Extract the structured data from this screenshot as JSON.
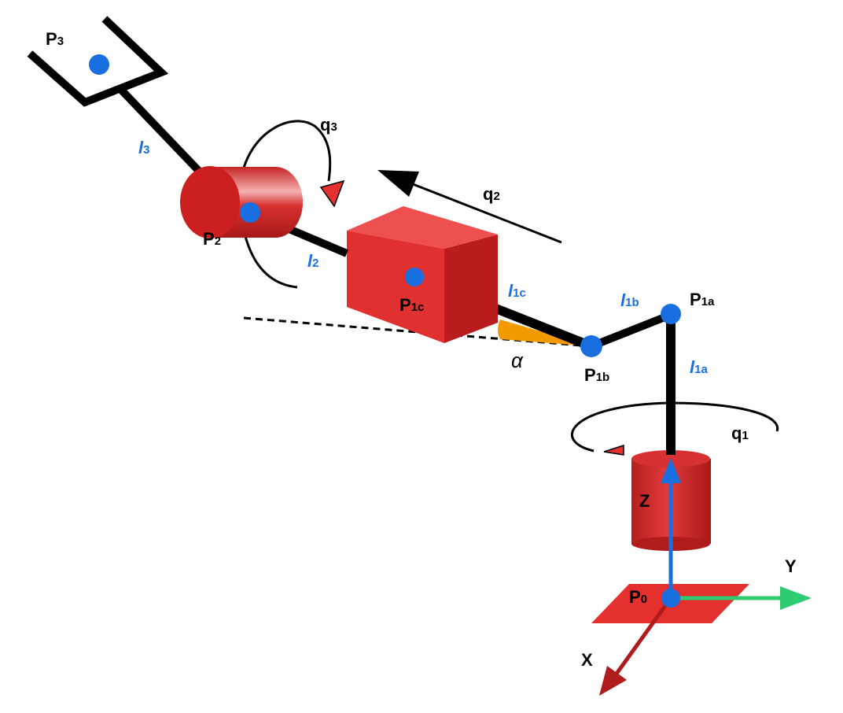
{
  "labels": {
    "p3": "P",
    "p3_sub": "3",
    "p2": "P",
    "p2_sub": "2",
    "p1c": "P",
    "p1c_sub": "1c",
    "p1b": "P",
    "p1b_sub": "1b",
    "p1a": "P",
    "p1a_sub": "1a",
    "p0": "P",
    "p0_sub": "0",
    "l3": "l",
    "l3_sub": "3",
    "l2": "l",
    "l2_sub": "2",
    "l1c": "l",
    "l1c_sub": "1c",
    "l1b": "l",
    "l1b_sub": "1b",
    "l1a": "l",
    "l1a_sub": "1a",
    "q1": "q",
    "q1_sub": "1",
    "q2": "q",
    "q2_sub": "2",
    "q3": "q",
    "q3_sub": "3",
    "alpha": "α",
    "axis_x": "X",
    "axis_y": "Y",
    "axis_z": "Z"
  },
  "colors": {
    "body_red": "#d42a2a",
    "joint_blue": "#1a6fe0",
    "link_black": "#000000",
    "angle_orange": "#f29a00",
    "axis_x": "#b01c1c",
    "axis_y": "#2ecc71",
    "axis_z": "#1a6fe0"
  }
}
